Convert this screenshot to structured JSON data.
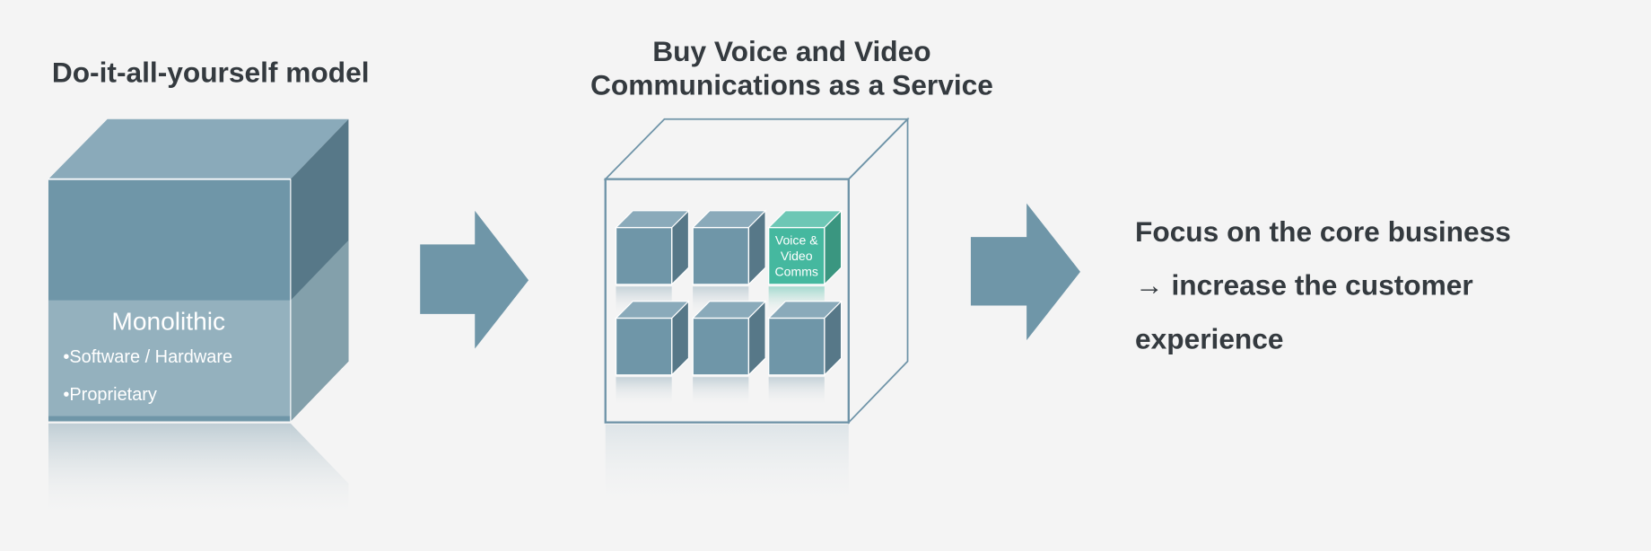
{
  "left": {
    "title": "Do-it-all-yourself model",
    "cube_label": "Monolithic",
    "bullets": [
      "•Software / Hardware",
      "•Proprietary"
    ]
  },
  "middle": {
    "title_lines": [
      "Buy Voice and Video",
      "Communications as a Service"
    ],
    "highlight_cube_lines": [
      "Voice &",
      "Video",
      "Comms"
    ]
  },
  "right": {
    "lines": [
      "Focus on the core business",
      "→ increase the customer",
      "experience"
    ]
  },
  "colors": {
    "background": "#f4f4f4",
    "cube_front": "#6f96a8",
    "cube_top": "#8aaaba",
    "cube_side": "#577888",
    "highlight_front": "#45b89f",
    "highlight_top": "#6dc7b5",
    "highlight_side": "#3a9680",
    "text": "#343a3f"
  }
}
